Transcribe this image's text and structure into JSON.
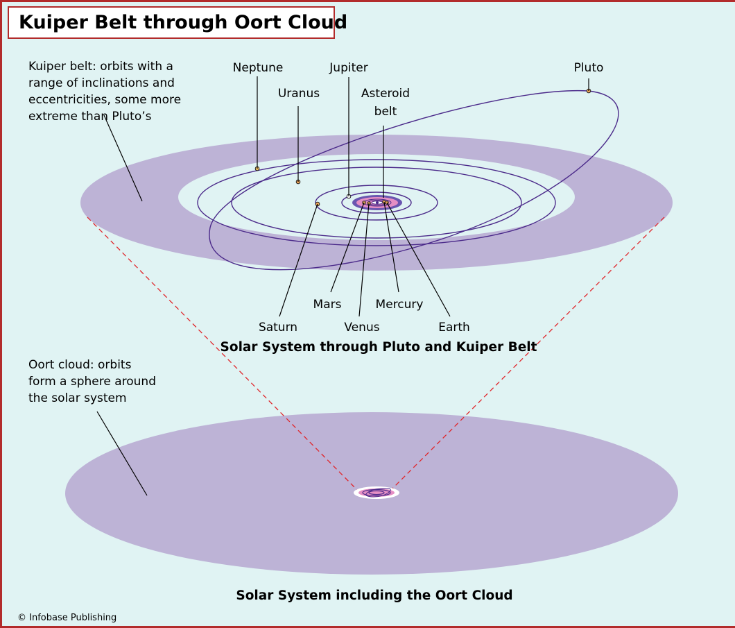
{
  "title": "Kuiper Belt through Oort Cloud",
  "kuiper_note": [
    "Kuiper belt: orbits with a",
    "range of inclinations and",
    "eccentricities, some more",
    "extreme than Pluto’s"
  ],
  "oort_note": [
    "Oort cloud: orbits",
    "form a sphere around",
    "the solar system"
  ],
  "labels": {
    "neptune": "Neptune",
    "jupiter": "Jupiter",
    "pluto": "Pluto",
    "uranus": "Uranus",
    "asteroid_belt": [
      "Asteroid",
      "belt"
    ],
    "saturn": "Saturn",
    "mars": "Mars",
    "venus": "Venus",
    "mercury": "Mercury",
    "earth": "Earth"
  },
  "captions": {
    "upper": "Solar System through Pluto and Kuiper Belt",
    "lower": "Solar System including the Oort Cloud"
  },
  "credit": "© Infobase Publishing",
  "colors": {
    "background": "#e0f3f3",
    "frame": "#b22b2b",
    "belt": "#bdb3d6",
    "orbit": "#4b2a8a",
    "asteroid_ring": "#e58fc4",
    "connector": "#e0262b",
    "planet_dot": "#f0a85a"
  }
}
